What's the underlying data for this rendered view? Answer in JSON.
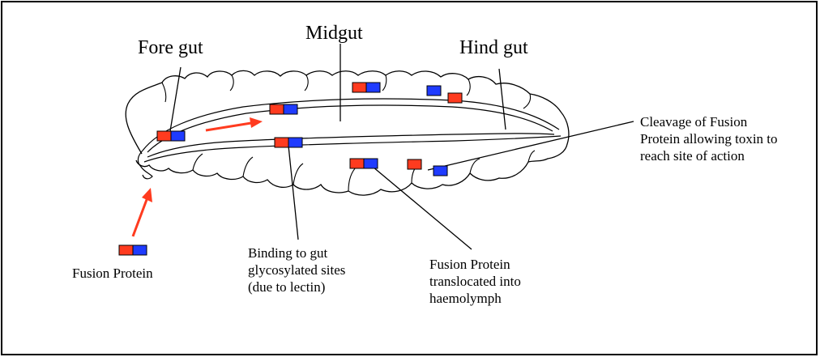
{
  "labels": {
    "fore_gut": "Fore gut",
    "midgut": "Midgut",
    "hind_gut": "Hind gut",
    "cleavage": [
      "Cleavage of Fusion",
      "Protein allowing toxin to",
      "reach site of action"
    ],
    "fusion_protein": "Fusion Protein",
    "binding": [
      "Binding to gut",
      "glycosylated sites",
      "(due to lectin)"
    ],
    "translocated": [
      "Fusion Protein",
      "translocated into",
      "haemolymph"
    ]
  },
  "colors": {
    "protein_red": "#FF3B1F",
    "protein_blue": "#1F3BFF",
    "arrow_red": "#FF3B1F",
    "line": "#000000"
  }
}
